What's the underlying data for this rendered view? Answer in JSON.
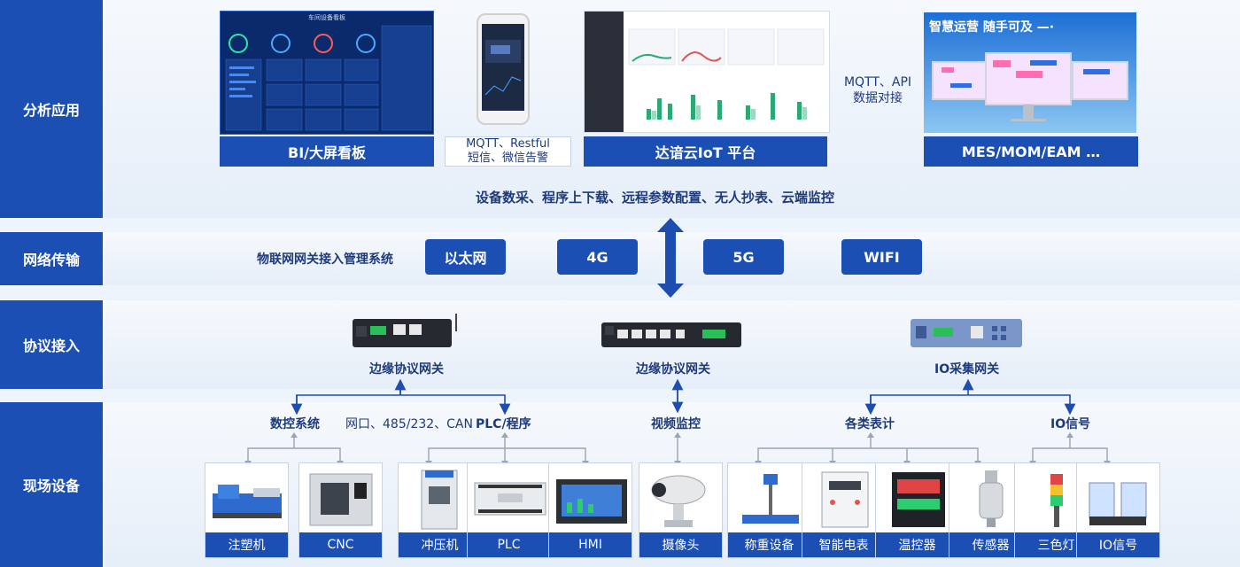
{
  "layers": {
    "analysis": "分析应用",
    "network": "网络传输",
    "protocol": "协议接入",
    "field": "现场设备"
  },
  "apps": {
    "bi_label": "BI/大屏看板",
    "bi_title": "车间设备看板",
    "mobile_label": "MQTT、Restful\n短信、微信告警",
    "iot_label": "达谙云IoT 平台",
    "mes_label": "MES/MOM/EAM …",
    "mes_slogan": "智慧运营 随手可及 —·",
    "mqtt_api": "MQTT、API\n数据对接",
    "features": "设备数采、程序上下载、远程参数配置、无人抄表、云端监控"
  },
  "network": {
    "system_label": "物联网网关接入管理系统",
    "buttons": [
      "以太网",
      "4G",
      "5G",
      "WIFI"
    ]
  },
  "gateways": [
    "边缘协议网关",
    "边缘协议网关",
    "IO采集网关"
  ],
  "groups": {
    "cnc_system": "数控系统",
    "interfaces": "网口、485/232、CAN",
    "plc_program": "PLC/程序",
    "video": "视频监控",
    "meters": "各类表计",
    "io_signal": "IO信号"
  },
  "devices": [
    "注塑机",
    "CNC",
    "冲压机",
    "PLC",
    "HMI",
    "摄像头",
    "称重设备",
    "智能电表",
    "温控器",
    "传感器",
    "三色灯",
    "IO信号"
  ],
  "colors": {
    "primary": "#1b4fb3",
    "arrow": "#1e4db0",
    "connector": "#9aa4b2"
  }
}
